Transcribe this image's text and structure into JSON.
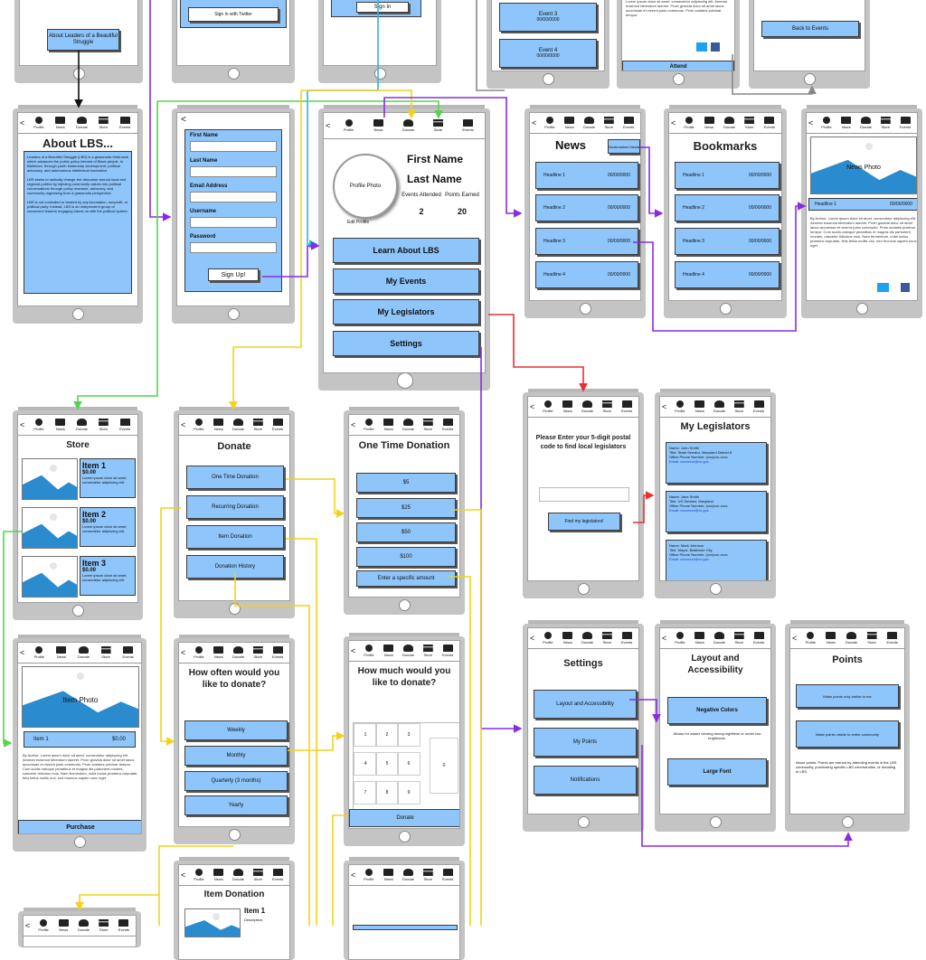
{
  "nav": {
    "back": "<",
    "items": [
      "Profile",
      "News",
      "Donate",
      "Store",
      "Events"
    ]
  },
  "top_row": {
    "learn_btn": "About Leaders of a Beautiful Struggle",
    "twitter_btn": "Sign in with Twitter",
    "signin_btn": "Sign In",
    "event3": {
      "name": "Event 3",
      "date": "00/00/0000"
    },
    "event4": {
      "name": "Event 4",
      "date": "00/00/0000"
    },
    "attend": "Attend",
    "back_events": "Back to Events"
  },
  "about": {
    "title": "About LBS...",
    "p1": "Leaders of a Beautiful Struggle (LBS) is a grassroots think-tank which advances the public policy interest of Black people, in Baltimore, through youth leadership development, political advocacy, and autonomous intellectual innovation.",
    "p2": "LBS seeks to radically change the discourse around local and regional politics by injecting community values into political conversations through policy research, advocacy, and community organizing from a grassroots perspective.",
    "p3": "LBS is not controlled or treated by any foundation, nonprofit, or political party. Instead, LBS is an independent group of concerned leaders engaging hands on with the political sphere."
  },
  "signup": {
    "first_name": "First Name",
    "last_name": "Last Name",
    "email": "Email Address",
    "username": "Username",
    "password": "Password",
    "button": "Sign Up!"
  },
  "profile": {
    "photo": "Profile Photo",
    "edit": "Edit Profile",
    "first_name": "First Name",
    "last_name": "Last Name",
    "events_label": "Events Attended",
    "events_value": "2",
    "points_label": "Points Earned",
    "points_value": "20",
    "buttons": [
      "Learn About LBS",
      "My Events",
      "My Legislators",
      "Settings"
    ]
  },
  "news": {
    "title": "News",
    "bookmark_btn": "Bookmarked News",
    "headlines": [
      {
        "name": "Headline 1",
        "date": "00/00/0000"
      },
      {
        "name": "Headline 2",
        "date": "00/00/0000"
      },
      {
        "name": "Headline 3",
        "date": "00/00/0000"
      },
      {
        "name": "Headline 4",
        "date": "00/00/0000"
      }
    ]
  },
  "bookmarks": {
    "title": "Bookmarks",
    "headlines": [
      {
        "name": "Headline 1",
        "date": "00/00/0000"
      },
      {
        "name": "Headline 2",
        "date": "00/00/0000"
      },
      {
        "name": "Headline 3",
        "date": "00/00/0000"
      },
      {
        "name": "Headline 4",
        "date": "00/00/0000"
      }
    ]
  },
  "article": {
    "photo": "News Photo",
    "headline": "Headline 1",
    "date": "00/00/0000",
    "body": "By Author: Lorem ipsum dolor sit amet, consectetur adipiscing elit. Aenean euismod bibendum laoreet. Proin gravida dolor sit amet lacus accumsan et viverra justo commodo. Proin sodales pulvinar tempor. Cum sociis natoque penatibus et magnis dis parturient montes, nascetur ridiculus mus. Nam fermentum, nulla luctus pharetra vulputate, felis tellus mollis orci, sed rhoncus sapien nunc eget."
  },
  "store": {
    "title": "Store",
    "items": [
      {
        "name": "Item 1",
        "price": "$0.00",
        "desc": "Lorem ipsum dolor sit amet, consectetur adipiscing elit."
      },
      {
        "name": "Item 2",
        "price": "$0.00",
        "desc": "Lorem ipsum dolor sit amet, consectetur adipiscing elit."
      },
      {
        "name": "Item 3",
        "price": "$0.00",
        "desc": "Lorem ipsum dolor sit amet, consectetur adipiscing elit."
      }
    ]
  },
  "item_detail": {
    "photo": "Item Photo",
    "name": "Item 1",
    "price": "$0.00",
    "body": "By Author: Lorem ipsum dolor sit amet, consectetur adipiscing elit. Aenean euismod bibendum laoreet. Proin gravida dolor sit amet lacus accumsan et viverra justo commodo. Proin sodales pulvinar tempor. Cum sociis natoque penatibus et magnis dis parturient montes, nascetur ridiculus mus. Nam fermentum, nulla luctus pharetra vulputate, felis tellus mollis orci, sed rhoncus sapien nunc eget.",
    "purchase": "Purchase"
  },
  "donate": {
    "title": "Donate",
    "buttons": [
      "One Time Donation",
      "Recurring Donation",
      "Item Donation",
      "Donation History"
    ]
  },
  "one_time": {
    "title": "One Time Donation",
    "amounts": [
      "$5",
      "$25",
      "$50",
      "$100"
    ],
    "specific": "Enter a specific amount"
  },
  "legislators_search": {
    "prompt": "Please Enter your 5-digit postal code to find local legislators",
    "button": "Find my legislators!"
  },
  "my_legislators": {
    "title": "My Legislators",
    "cards": [
      {
        "name": "Name: John Smith",
        "title": "Title: State Senator, Maryland District 8",
        "phone": "Office Phone Number: (xxx)xxx-xxxx",
        "email": "Email: xxxxxxxx@xx.gov"
      },
      {
        "name": "Name: Jane Smith",
        "title": "Title: US Senator, Maryland",
        "phone": "Office Phone Number: (xxx)xxx-xxxx",
        "email": "Email: xxxxxxxx@xx.gov"
      },
      {
        "name": "Name: Mark Johnson",
        "title": "Title: Mayor, Baltimore City",
        "phone": "Office Phone Number: (xxx)xxx-xxxx",
        "email": "Email: xxxxxxxx@xx.gov"
      }
    ]
  },
  "how_often": {
    "title": "How often would you like to donate?",
    "options": [
      "Weekly",
      "Monthly",
      "Quarterly (3 months)",
      "Yearly"
    ]
  },
  "how_much": {
    "title": "How much would you like to donate?",
    "keys": [
      "1",
      "2",
      "3",
      "4",
      "5",
      "6",
      "7",
      "8",
      "9",
      "0"
    ],
    "donate": "Donate"
  },
  "settings": {
    "title": "Settings",
    "buttons": [
      "Layout and Accessibility",
      "My Points",
      "Notifications"
    ]
  },
  "layout": {
    "title": "Layout and Accessibility",
    "negative": "Negative Colors",
    "negative_note": "Allows for easier viewing during nighttime or under low brightness.",
    "large": "Large Font"
  },
  "points": {
    "title": "Points",
    "opt1": "Make points only visible to me",
    "opt2": "Make points visible to entire community",
    "about": "About points: Points are earned by attending events in the LBS community, purchasing specific LBS merchandise, or donating to LBS."
  },
  "item_donation": {
    "title": "Item Donation",
    "item": "Item 1",
    "desc": "Description:"
  },
  "colors": {
    "button": "#8ec5fb",
    "phone": "#c4c4c4",
    "purple": "#8a2be2",
    "yellow": "#f2d21b",
    "green": "#52d64a",
    "cyan": "#2bb6e0",
    "red": "#e53030",
    "black": "#111111",
    "gray": "#888888"
  }
}
